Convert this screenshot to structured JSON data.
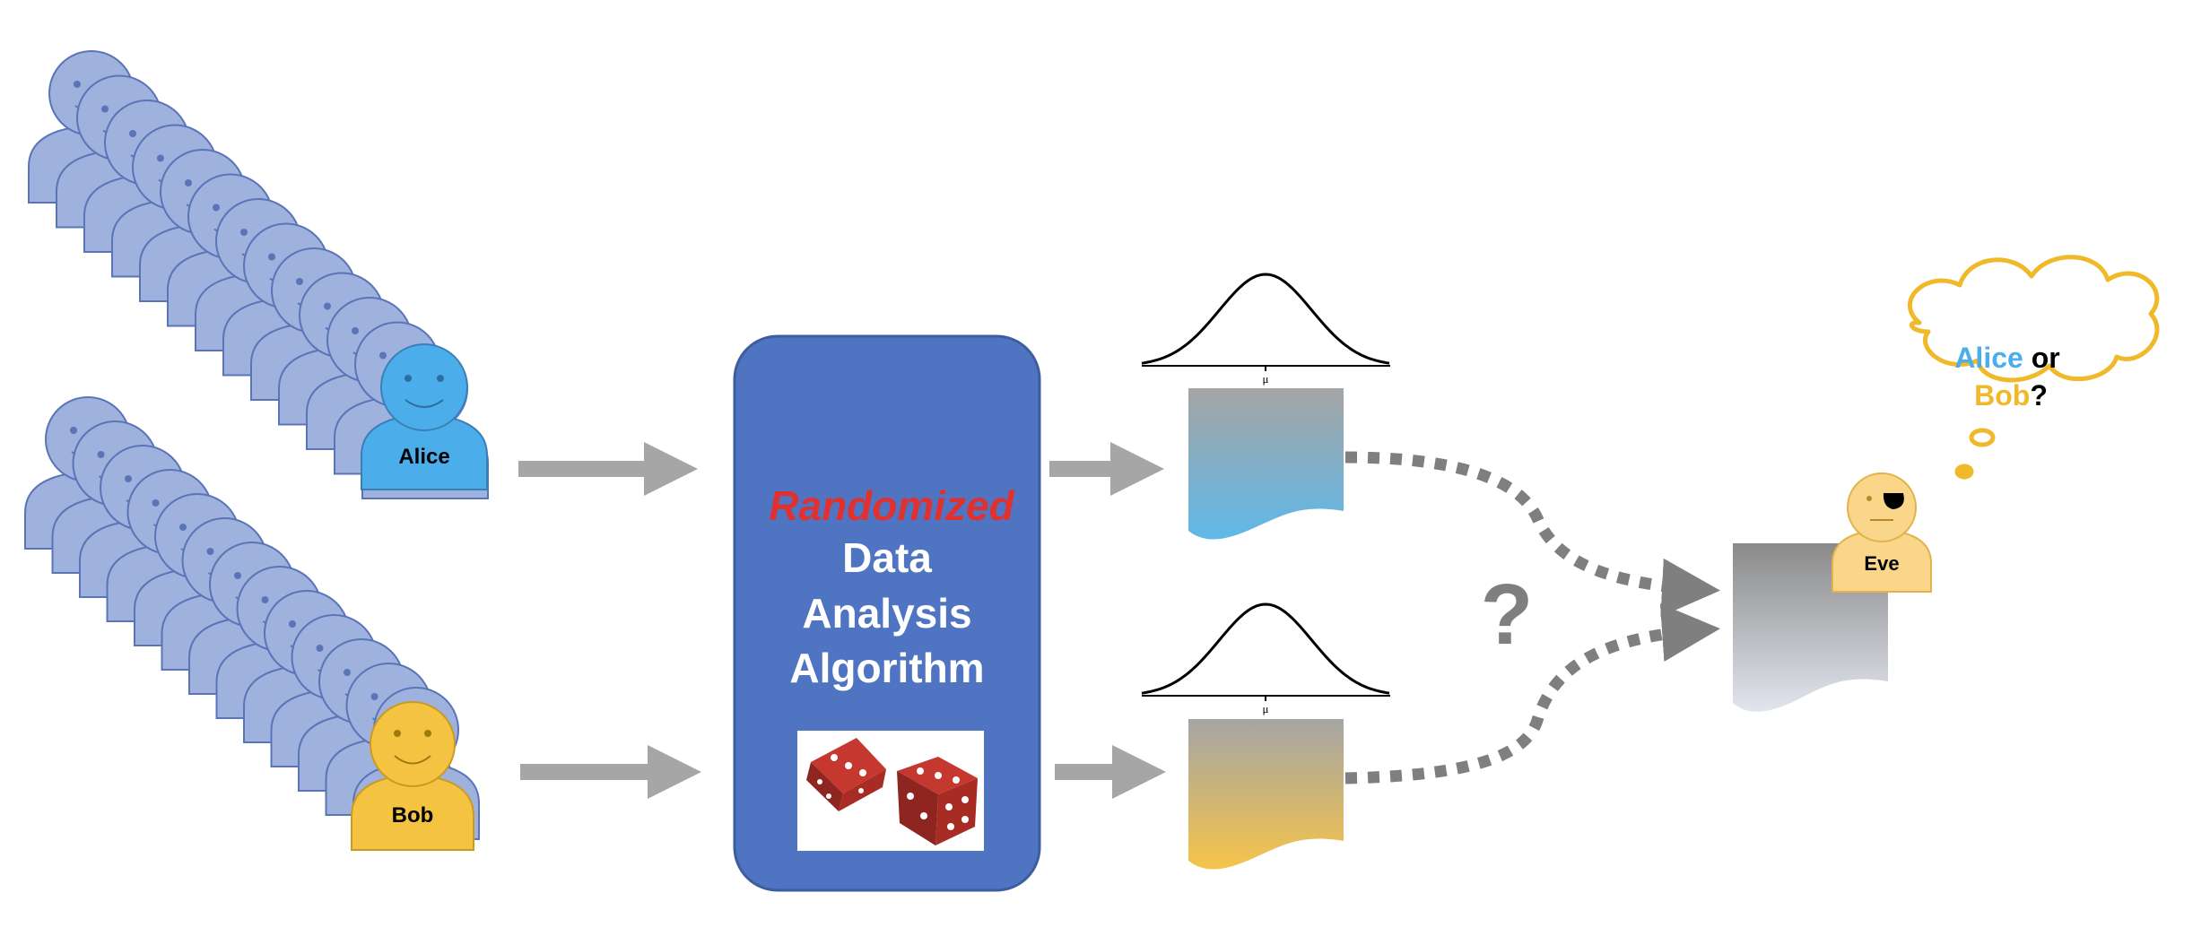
{
  "colors": {
    "crowd_fill": "#9fb1dd",
    "crowd_stroke": "#5a74b8",
    "alice": "#4baeea",
    "bob": "#f5c342",
    "eve": "#f9d68a",
    "algorithm_box": "#4f74c2",
    "randomized_text": "#e03131",
    "arrow_gray": "#a6a6a6",
    "dotted_arrow": "#7f7f7f",
    "thought_stroke": "#f0b929"
  },
  "people": {
    "alice_label": "Alice",
    "bob_label": "Bob",
    "eve_label": "Eve"
  },
  "algorithm": {
    "highlight": "Randomized",
    "line1": "Data",
    "line2": "Analysis",
    "line3": "Algorithm",
    "image_icon": "dice-icon"
  },
  "distribution": {
    "mean_label": "μ"
  },
  "question_mark": "?",
  "thought": {
    "alice": "Alice",
    "or": " or",
    "bob": "Bob",
    "q": "?"
  }
}
